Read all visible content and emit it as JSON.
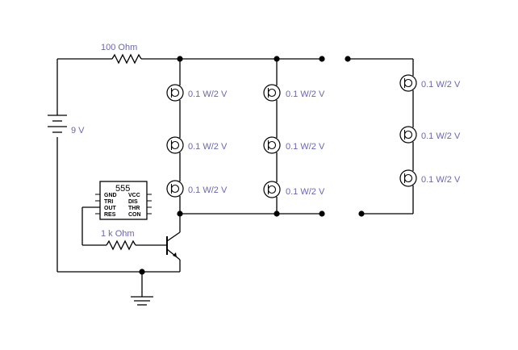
{
  "circuit": {
    "resistor_top": "100  Ohm",
    "battery": "9 V",
    "resistor_base": "1 k Ohm",
    "lamps": [
      "0.1 W/2 V",
      "0.1 W/2 V",
      "0.1 W/2 V",
      "0.1 W/2 V",
      "0.1 W/2 V",
      "0.1 W/2 V",
      "0.1 W/2 V",
      "0.1 W/2 V",
      "0.1 W/2 V"
    ],
    "ic": {
      "name": "555",
      "pins_left": [
        "GND",
        "TRI",
        "OUT",
        "RES"
      ],
      "pins_right": [
        "VCC",
        "DIS",
        "THR",
        "CON"
      ]
    }
  }
}
